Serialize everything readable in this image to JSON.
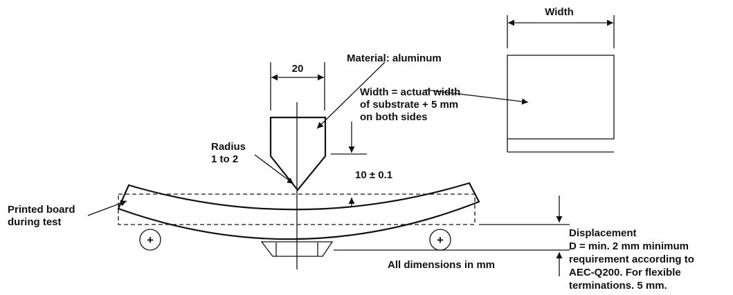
{
  "labels": {
    "width_top": "Width",
    "dim_20": "20",
    "material": "Material: aluminum",
    "width_eq_1": "Width = actual width",
    "width_eq_2": "of substrate + 5 mm",
    "width_eq_3": "on both sides",
    "radius_1": "Radius",
    "radius_2": "1 to 2",
    "tolerance": "10 ± 0.1",
    "board_1": "Printed board",
    "board_2": "during test",
    "displacement_1": "Displacement",
    "displacement_2": "D = min. 2 mm minimum",
    "displacement_3": "requirement according to",
    "displacement_4": "AEC-Q200. For flexible",
    "displacement_5": "terminations. 5 mm.",
    "all_dims": "All dimensions in mm",
    "roller_left": "+",
    "roller_right": "+"
  }
}
